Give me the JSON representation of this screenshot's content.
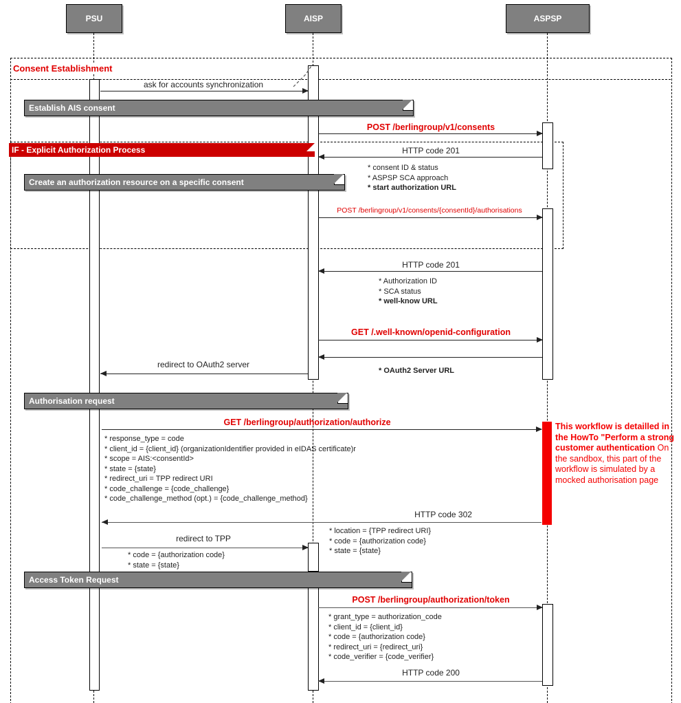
{
  "diagram": {
    "type": "uml-sequence",
    "title": "Consent Establishment",
    "participants": [
      {
        "id": "psu",
        "label": "PSU"
      },
      {
        "id": "aisp",
        "label": "AISP"
      },
      {
        "id": "aspsp",
        "label": "ASPSP"
      }
    ],
    "frames": [
      {
        "id": "consent-establishment",
        "label": "Consent Establishment"
      },
      {
        "id": "explicit-auth",
        "label": "IF -  Explicit Authorization Process"
      }
    ],
    "sections": [
      {
        "id": "establish-ais-consent",
        "label": "Establish AIS consent"
      },
      {
        "id": "create-auth-resource",
        "label": "Create an authorization resource on a specific consent"
      },
      {
        "id": "authorisation-request",
        "label": "Authorisation request"
      },
      {
        "id": "access-token-request",
        "label": "Access Token Request"
      }
    ],
    "messages": [
      {
        "id": "m1",
        "label": "ask for accounts synchronization",
        "style": "plain"
      },
      {
        "id": "m2",
        "label": "POST /berlingroup/v1/consents",
        "style": "red-bold"
      },
      {
        "id": "m3",
        "label": "HTTP code 201",
        "style": "plain"
      },
      {
        "id": "m4",
        "label": "POST /berlingroup/v1/consents/{consentId}/authorisations",
        "style": "red-small"
      },
      {
        "id": "m5",
        "label": "HTTP code 201",
        "style": "plain"
      },
      {
        "id": "m6",
        "label": "GET /.well-known/openid-configuration",
        "style": "red-bold"
      },
      {
        "id": "m7",
        "label": "redirect to OAuth2 server",
        "style": "plain"
      },
      {
        "id": "m8",
        "label": "GET /berlingroup/authorization/authorize",
        "style": "red-bold"
      },
      {
        "id": "m9",
        "label": "HTTP code 302",
        "style": "plain"
      },
      {
        "id": "m10",
        "label": "redirect to TPP",
        "style": "plain"
      },
      {
        "id": "m11",
        "label": "POST /berlingroup/authorization/token",
        "style": "red-bold"
      },
      {
        "id": "m12",
        "label": "HTTP code 200",
        "style": "plain"
      }
    ],
    "detail_blocks": [
      {
        "id": "d-consent-201",
        "lines": [
          {
            "text": "* consent ID & status",
            "bold": false
          },
          {
            "text": "* ASPSP SCA approach",
            "bold": false
          },
          {
            "text": "* start authorization URL",
            "bold": true
          }
        ]
      },
      {
        "id": "d-auth-201",
        "lines": [
          {
            "text": "* Authorization ID",
            "bold": false
          },
          {
            "text": "* SCA status",
            "bold": false
          },
          {
            "text": "* well-know URL",
            "bold": true
          }
        ]
      },
      {
        "id": "d-oauth-url",
        "lines": [
          {
            "text": "* OAuth2 Server URL",
            "bold": true
          }
        ]
      },
      {
        "id": "d-authorize-params",
        "lines": [
          {
            "text": "* response_type = code",
            "bold": false
          },
          {
            "text": "* client_id = {client_id} (organizationIdentifier provided in eIDAS certificate)r",
            "bold": false
          },
          {
            "text": "* scope = AIS:<consentId>",
            "bold": false
          },
          {
            "text": "* state = {state}",
            "bold": false
          },
          {
            "text": "* redirect_uri = TPP redirect URI",
            "bold": false
          },
          {
            "text": "* code_challenge = {code_challenge}",
            "bold": false
          },
          {
            "text": "* code_challenge_method (opt.) = {code_challenge_method}",
            "bold": false
          }
        ]
      },
      {
        "id": "d-302-params",
        "lines": [
          {
            "text": "* location = {TPP redirect URI}",
            "bold": false
          },
          {
            "text": "* code = {authorization code}",
            "bold": false
          },
          {
            "text": "* state = {state}",
            "bold": false
          }
        ]
      },
      {
        "id": "d-tpp-params",
        "lines": [
          {
            "text": "* code = {authorization code}",
            "bold": false
          },
          {
            "text": "* state = {state}",
            "bold": false
          }
        ]
      },
      {
        "id": "d-token-params",
        "lines": [
          {
            "text": "* grant_type = authorization_code",
            "bold": false
          },
          {
            "text": "* client_id = {client_id}",
            "bold": false
          },
          {
            "text": "* code = {authorization code}",
            "bold": false
          },
          {
            "text": "* redirect_uri = {redirect_uri}",
            "bold": false
          },
          {
            "text": "* code_verifier = {code_verifier}",
            "bold": false
          }
        ]
      }
    ],
    "note": {
      "id": "sca-note",
      "bold_text": "This workflow is detailled in the HowTo \"Perform a strong customer authentication",
      "normal_text": "On the sandbox, this part of the workflow is simulated by a mocked authorisation page"
    },
    "colors": {
      "accent_red": "#e00000",
      "note_red": "#f40000",
      "banner_red": "#cc0000",
      "participant_grey": "#808080",
      "line": "#222222"
    }
  }
}
